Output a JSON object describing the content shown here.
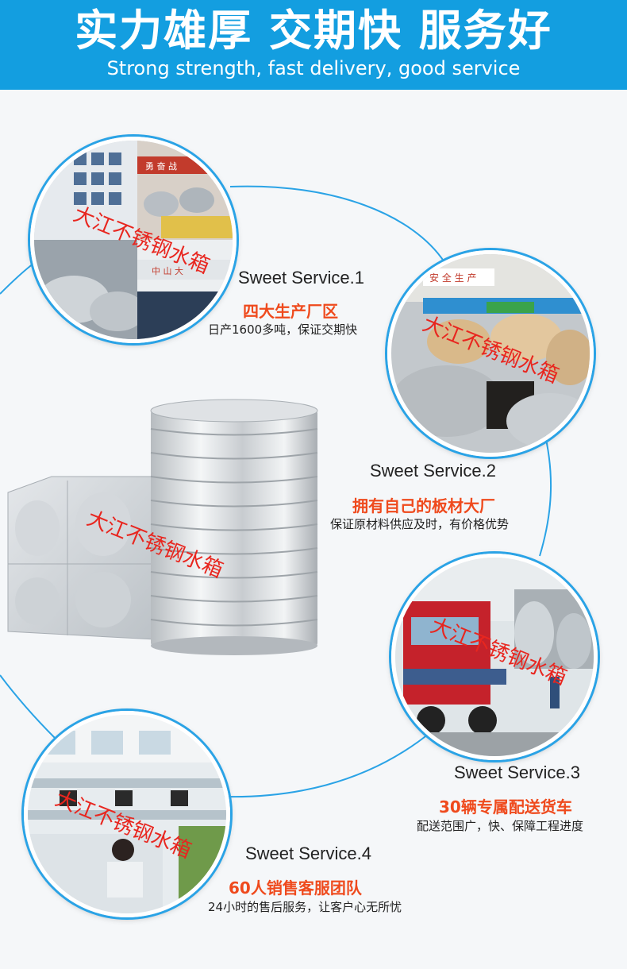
{
  "header": {
    "title": "实力雄厚 交期快 服务好",
    "subtitle": "Strong strength, fast delivery, good service"
  },
  "watermark": "大江不锈钢水箱",
  "services": [
    {
      "title": "Sweet Service.1",
      "headline": "四大生产厂区",
      "desc": "日产1600多吨，保证交期快"
    },
    {
      "title": "Sweet Service.2",
      "headline": "拥有自己的板材大厂",
      "desc": "保证原材料供应及时，有价格优势"
    },
    {
      "title": "Sweet Service.3",
      "headline": "30辆专属配送货车",
      "desc": "配送范围广，快、保障工程进度"
    },
    {
      "title": "Sweet Service.4",
      "headline": "60人销售客服团队",
      "desc": "24小时的售后服务，让客户心无所忧"
    }
  ],
  "photo_signs": {
    "factory_banner": "勇 奋 战",
    "factory_sign": "中 山 大",
    "warehouse_banner": "安 全 生 产"
  },
  "colors": {
    "brand_blue": "#139ee0",
    "accent_orange": "#ef4a1d",
    "watermark_red": "#e8261f"
  }
}
